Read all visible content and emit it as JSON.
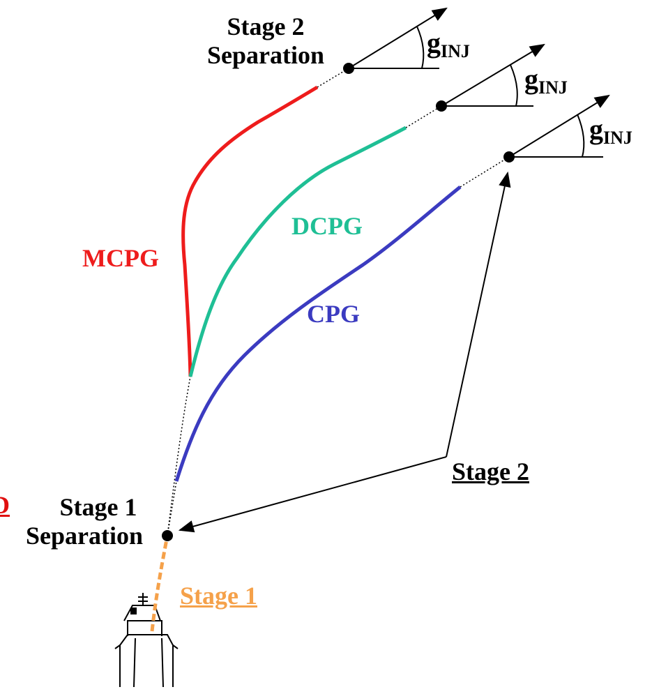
{
  "colors": {
    "ink": "#000000",
    "mcpg": "#ee1c1c",
    "dcpg": "#1fbf95",
    "cpg": "#3b3bc0",
    "stage1": "#f5a14a",
    "partial_label": "#e01010"
  },
  "labels": {
    "stage2_separation": [
      "Stage 2",
      "Separation"
    ],
    "stage1_separation": [
      "Stage 1",
      "Separation"
    ],
    "mcpg": "MCPG",
    "dcpg": "DCPG",
    "cpg": "CPG",
    "stage2": "Stage 2",
    "stage1": "Stage 1",
    "gamma_symbol": "g",
    "gamma_subscript": "INJ",
    "partial_left": "D"
  },
  "trajectories": [
    {
      "name": "MCPG",
      "color_key": "mcpg"
    },
    {
      "name": "DCPG",
      "color_key": "dcpg"
    },
    {
      "name": "CPG",
      "color_key": "cpg"
    }
  ],
  "icons": [
    "ship-icon",
    "separation-point-icon",
    "arrow-icon"
  ]
}
